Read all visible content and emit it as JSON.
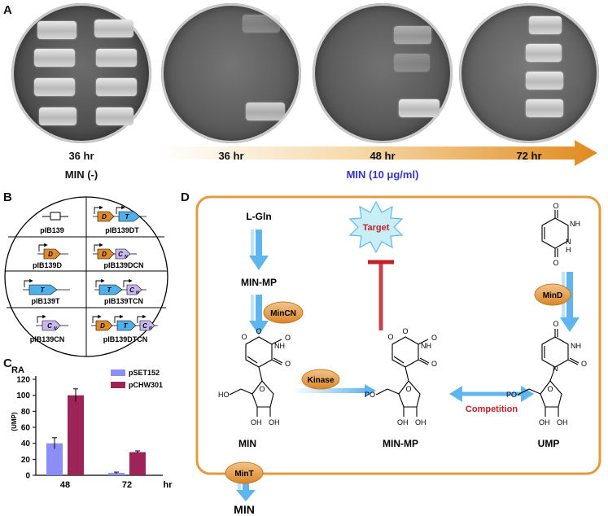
{
  "panelA": {
    "letter": "A",
    "times": [
      "36 hr",
      "36 hr",
      "48 hr",
      "72 hr"
    ],
    "control_label": "MIN (-)",
    "treatment_label": "MIN (10 μg/ml)",
    "colors": {
      "arrow": "#e08a1e",
      "treatment_text": "#3333cc"
    }
  },
  "panelB": {
    "letter": "B",
    "constructs": [
      "pIB139",
      "pIB139DT",
      "pIB139D",
      "pIB139DCN",
      "pIB139T",
      "pIB139TCN",
      "pIB139CN",
      "pIB139DTCN"
    ],
    "gene_letters": {
      "d": "D",
      "t": "T",
      "c": "C",
      "sub": "N"
    }
  },
  "panelC": {
    "letter": "C",
    "ylabel": "RA",
    "ylabel2": "(UMP)",
    "xunit": "hr",
    "legend": [
      "pSET152",
      "pCHW301"
    ],
    "colors": {
      "pSET152": "#8b8ff5",
      "pCHW301": "#9c2458"
    }
  },
  "panelD": {
    "letter": "D",
    "labels": {
      "lgln": "L-Gln",
      "minmp_top": "MIN-MP",
      "minc": "MinCN",
      "target": "Target",
      "mind": "MinD",
      "kinase": "Kinase",
      "competition": "Competition",
      "min": "MIN",
      "minmp": "MIN-MP",
      "ump": "UMP",
      "mint": "MinT",
      "min_out": "MIN"
    },
    "atoms": {
      "o": "O",
      "nh": "NH",
      "n": "N",
      "h": "H",
      "ho": "HO",
      "oh": "OH",
      "po": "PO"
    },
    "colors": {
      "box": "#e59a3c",
      "arrow": "#5fb6ee",
      "inhibit": "#c0222a",
      "competition": "#c0222a",
      "target_fill": "#c9eef5"
    }
  },
  "chart_data": {
    "type": "bar",
    "categories": [
      "48",
      "72"
    ],
    "series": [
      {
        "name": "pSET152",
        "values": [
          40,
          3
        ],
        "errors": [
          7,
          1
        ]
      },
      {
        "name": "pCHW301",
        "values": [
          100,
          29
        ],
        "errors": [
          8,
          1.5
        ]
      }
    ],
    "xlabel": "hr",
    "ylabel": "RA (UMP)",
    "yticks": [
      0,
      20,
      40,
      60,
      80,
      100,
      120
    ],
    "ylim": [
      0,
      120
    ]
  }
}
